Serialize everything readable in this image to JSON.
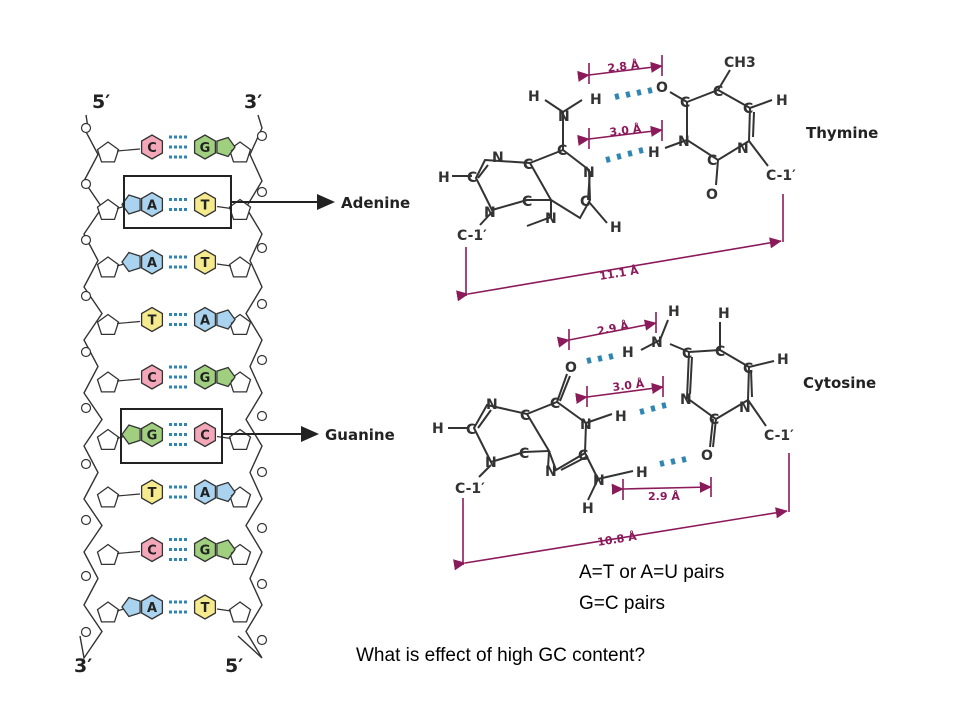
{
  "helix": {
    "strand_end_5_top": "5′",
    "strand_end_3_top": "3′",
    "strand_end_3_bottom": "3′",
    "strand_end_5_bottom": "5′",
    "pairs": [
      {
        "left": "C",
        "right": "G"
      },
      {
        "left": "A",
        "right": "T"
      },
      {
        "left": "A",
        "right": "T"
      },
      {
        "left": "T",
        "right": "A"
      },
      {
        "left": "C",
        "right": "G"
      },
      {
        "left": "G",
        "right": "C"
      },
      {
        "left": "T",
        "right": "A"
      },
      {
        "left": "C",
        "right": "G"
      },
      {
        "left": "A",
        "right": "T"
      }
    ],
    "callout_top": "Adenine",
    "callout_bottom": "Guanine"
  },
  "at_pair": {
    "title": "Thymine",
    "methyl": "CH3",
    "bond1": "2.8 Å",
    "bond2": "3.0 Å",
    "span": "11.1 Å",
    "c1_left": "C-1′",
    "c1_right": "C-1′"
  },
  "gc_pair": {
    "title": "Cytosine",
    "bond1": "2.9 Å",
    "bond2": "3.0 Å",
    "bond3": "2.9 Å",
    "span": "10.8 Å",
    "c1_left": "C-1′",
    "c1_right": "C-1′"
  },
  "notes": {
    "line1": "A=T or A=U pairs",
    "line2": "G=C pairs",
    "question": "What is effect of high GC content?"
  },
  "colors": {
    "pink": "#f4a7b9",
    "green": "#9fcf7f",
    "blue": "#a9d3ee",
    "yellow": "#f6ea8e",
    "hbond": "#2f86b2",
    "measure": "#8b1a5b"
  }
}
